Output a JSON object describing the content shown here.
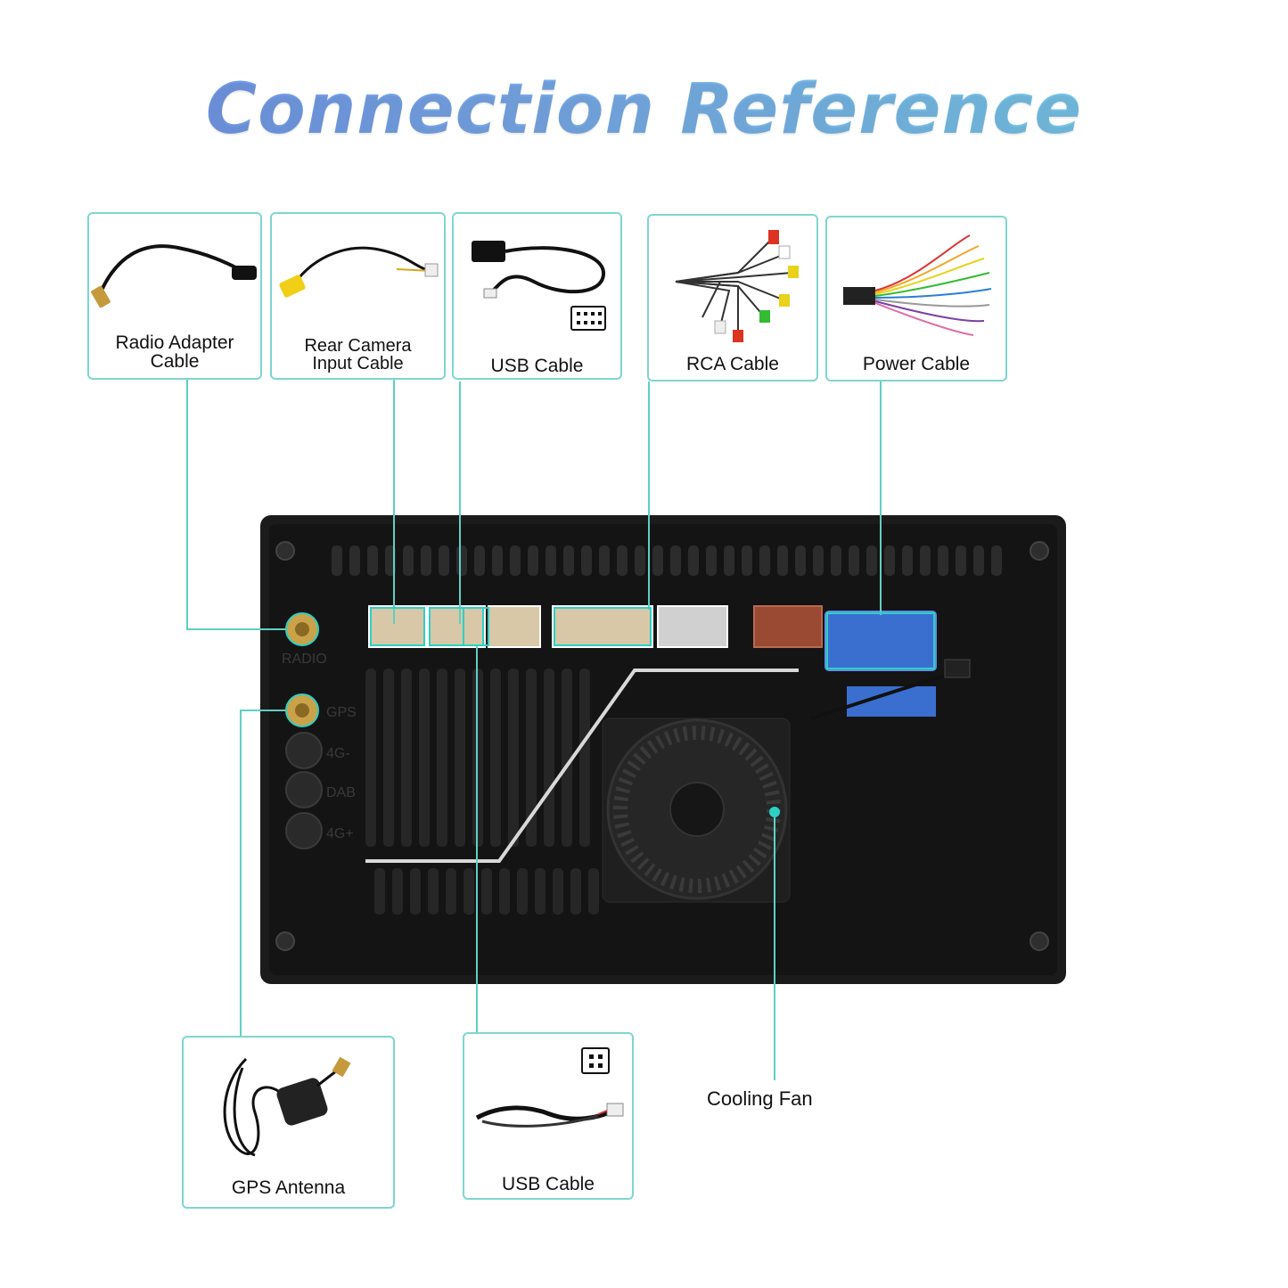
{
  "title": "Connection Reference",
  "cards": {
    "radio": "Radio Adapter\nCable",
    "camera": "Rear Camera\nInput Cable",
    "usb_top": "USB Cable",
    "rca": "RCA Cable",
    "power": "Power Cable",
    "gps": "GPS Antenna",
    "usb_bottom": "USB Cable"
  },
  "fan_label": "Cooling Fan",
  "panel_labels": {
    "radio": "RADIO",
    "gps": "GPS",
    "port_4g_a": "4G-",
    "dab": "DAB",
    "port_4g_b": "4G+"
  },
  "colors": {
    "accent": "#7fd6cf",
    "leader": "#5fcfc4",
    "device": "#1b1b1b"
  }
}
